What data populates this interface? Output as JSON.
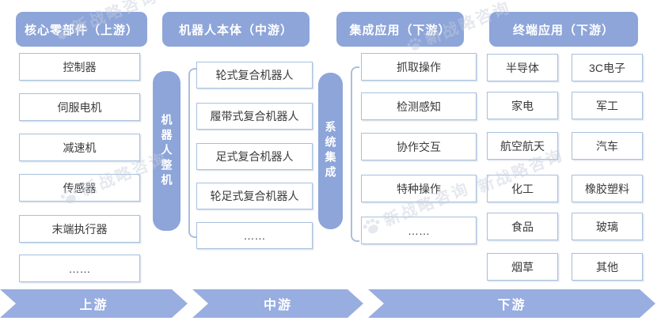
{
  "watermark": {
    "text": "新战略咨询"
  },
  "columns": [
    {
      "header": "核心零部件（上游）",
      "items": [
        "控制器",
        "伺服电机",
        "减速机",
        "传感器",
        "末端执行器",
        "……"
      ]
    },
    {
      "header": "机器人本体（中游）",
      "side_label": "机器人整机",
      "items": [
        "轮式复合机器人",
        "履带式复合机器人",
        "足式复合机器人",
        "轮足式复合机器人",
        "……"
      ]
    },
    {
      "header": "集成应用（下游）",
      "side_label": "系统集成",
      "items": [
        "抓取操作",
        "检测感知",
        "协作交互",
        "特种操作",
        "……"
      ]
    },
    {
      "header": "终端应用（下游）",
      "items_left": [
        "半导体",
        "家电",
        "航空航天",
        "化工",
        "食品",
        "烟草"
      ],
      "items_right": [
        "3C电子",
        "军工",
        "汽车",
        "橡胶塑料",
        "玻璃",
        "其他"
      ]
    }
  ],
  "flow": {
    "labels": [
      "上游",
      "中游",
      "下游"
    ]
  },
  "colors": {
    "header_blue": "#8da5d9",
    "arrow_blue": "#98ade0",
    "box_border": "#a6c0dd",
    "text_dark": "#3a3a3a"
  }
}
